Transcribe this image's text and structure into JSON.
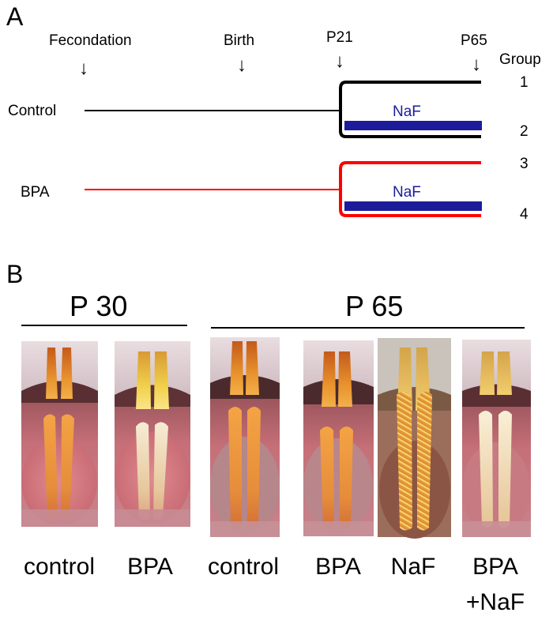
{
  "panel_a": {
    "letter": "A",
    "timeline": {
      "fecondation": "Fecondation",
      "birth": "Birth",
      "p21": "P21",
      "p65": "P65",
      "group_header": "Group",
      "arrow": "↓"
    },
    "rows": {
      "control": "Control",
      "bpa": "BPA"
    },
    "treatment_label": "NaF",
    "groups": [
      "1",
      "2",
      "3",
      "4"
    ],
    "colors": {
      "control_line": "#000000",
      "bpa_line": "#ff0000",
      "naf_bar": "#1c1c9a"
    }
  },
  "panel_b": {
    "letter": "B",
    "ages": {
      "p30": "P 30",
      "p65": "P 65"
    },
    "photos": [
      {
        "caption": "control",
        "caption2": ""
      },
      {
        "caption": "BPA",
        "caption2": ""
      },
      {
        "caption": "control",
        "caption2": ""
      },
      {
        "caption": "BPA",
        "caption2": ""
      },
      {
        "caption": "NaF",
        "caption2": ""
      },
      {
        "caption": "BPA",
        "caption2": "+NaF"
      }
    ]
  }
}
